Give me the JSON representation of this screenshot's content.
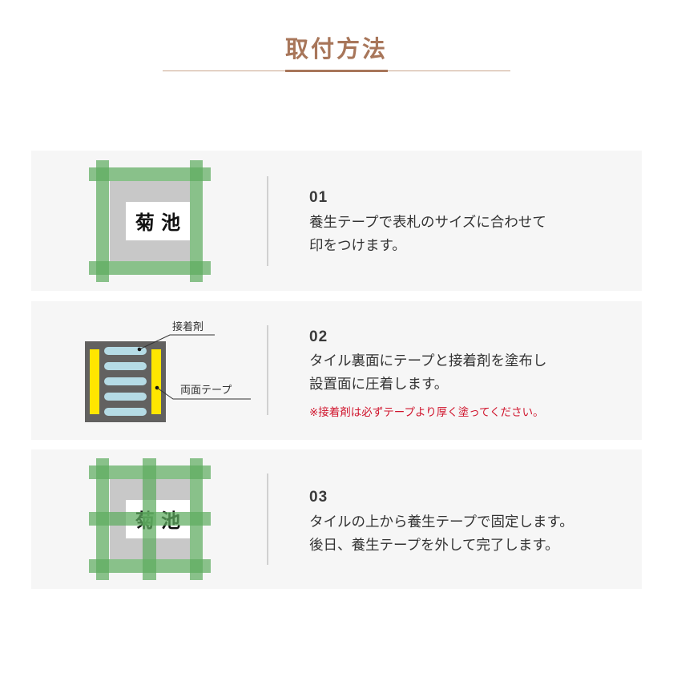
{
  "header": {
    "title": "取付方法"
  },
  "colors": {
    "title_brown": "#a8765a",
    "card_bg": "#f6f6f6",
    "tape_green": "#5eac60",
    "tile_gray": "#c8c8c8",
    "backing_dark": "#626160",
    "double_tape_yellow": "#ffe600",
    "adhesive_blue": "#b5dbe5",
    "note_red": "#d0142c"
  },
  "steps": [
    {
      "number": "01",
      "lines": [
        "養生テープで表札のサイズに合わせて",
        "印をつけます。"
      ],
      "illustration": {
        "nameplate_text": "菊 池"
      }
    },
    {
      "number": "02",
      "lines": [
        "タイル裏面にテープと接着剤を塗布し",
        "設置面に圧着します。"
      ],
      "note": "※接着剤は必ずテープより厚く塗ってください。",
      "illustration": {
        "label_adhesive": "接着剤",
        "label_double_tape": "両面テープ"
      }
    },
    {
      "number": "03",
      "lines": [
        "タイルの上から養生テープで固定します。",
        "後日、養生テープを外して完了します。"
      ],
      "illustration": {
        "nameplate_text": "菊 池"
      }
    }
  ]
}
